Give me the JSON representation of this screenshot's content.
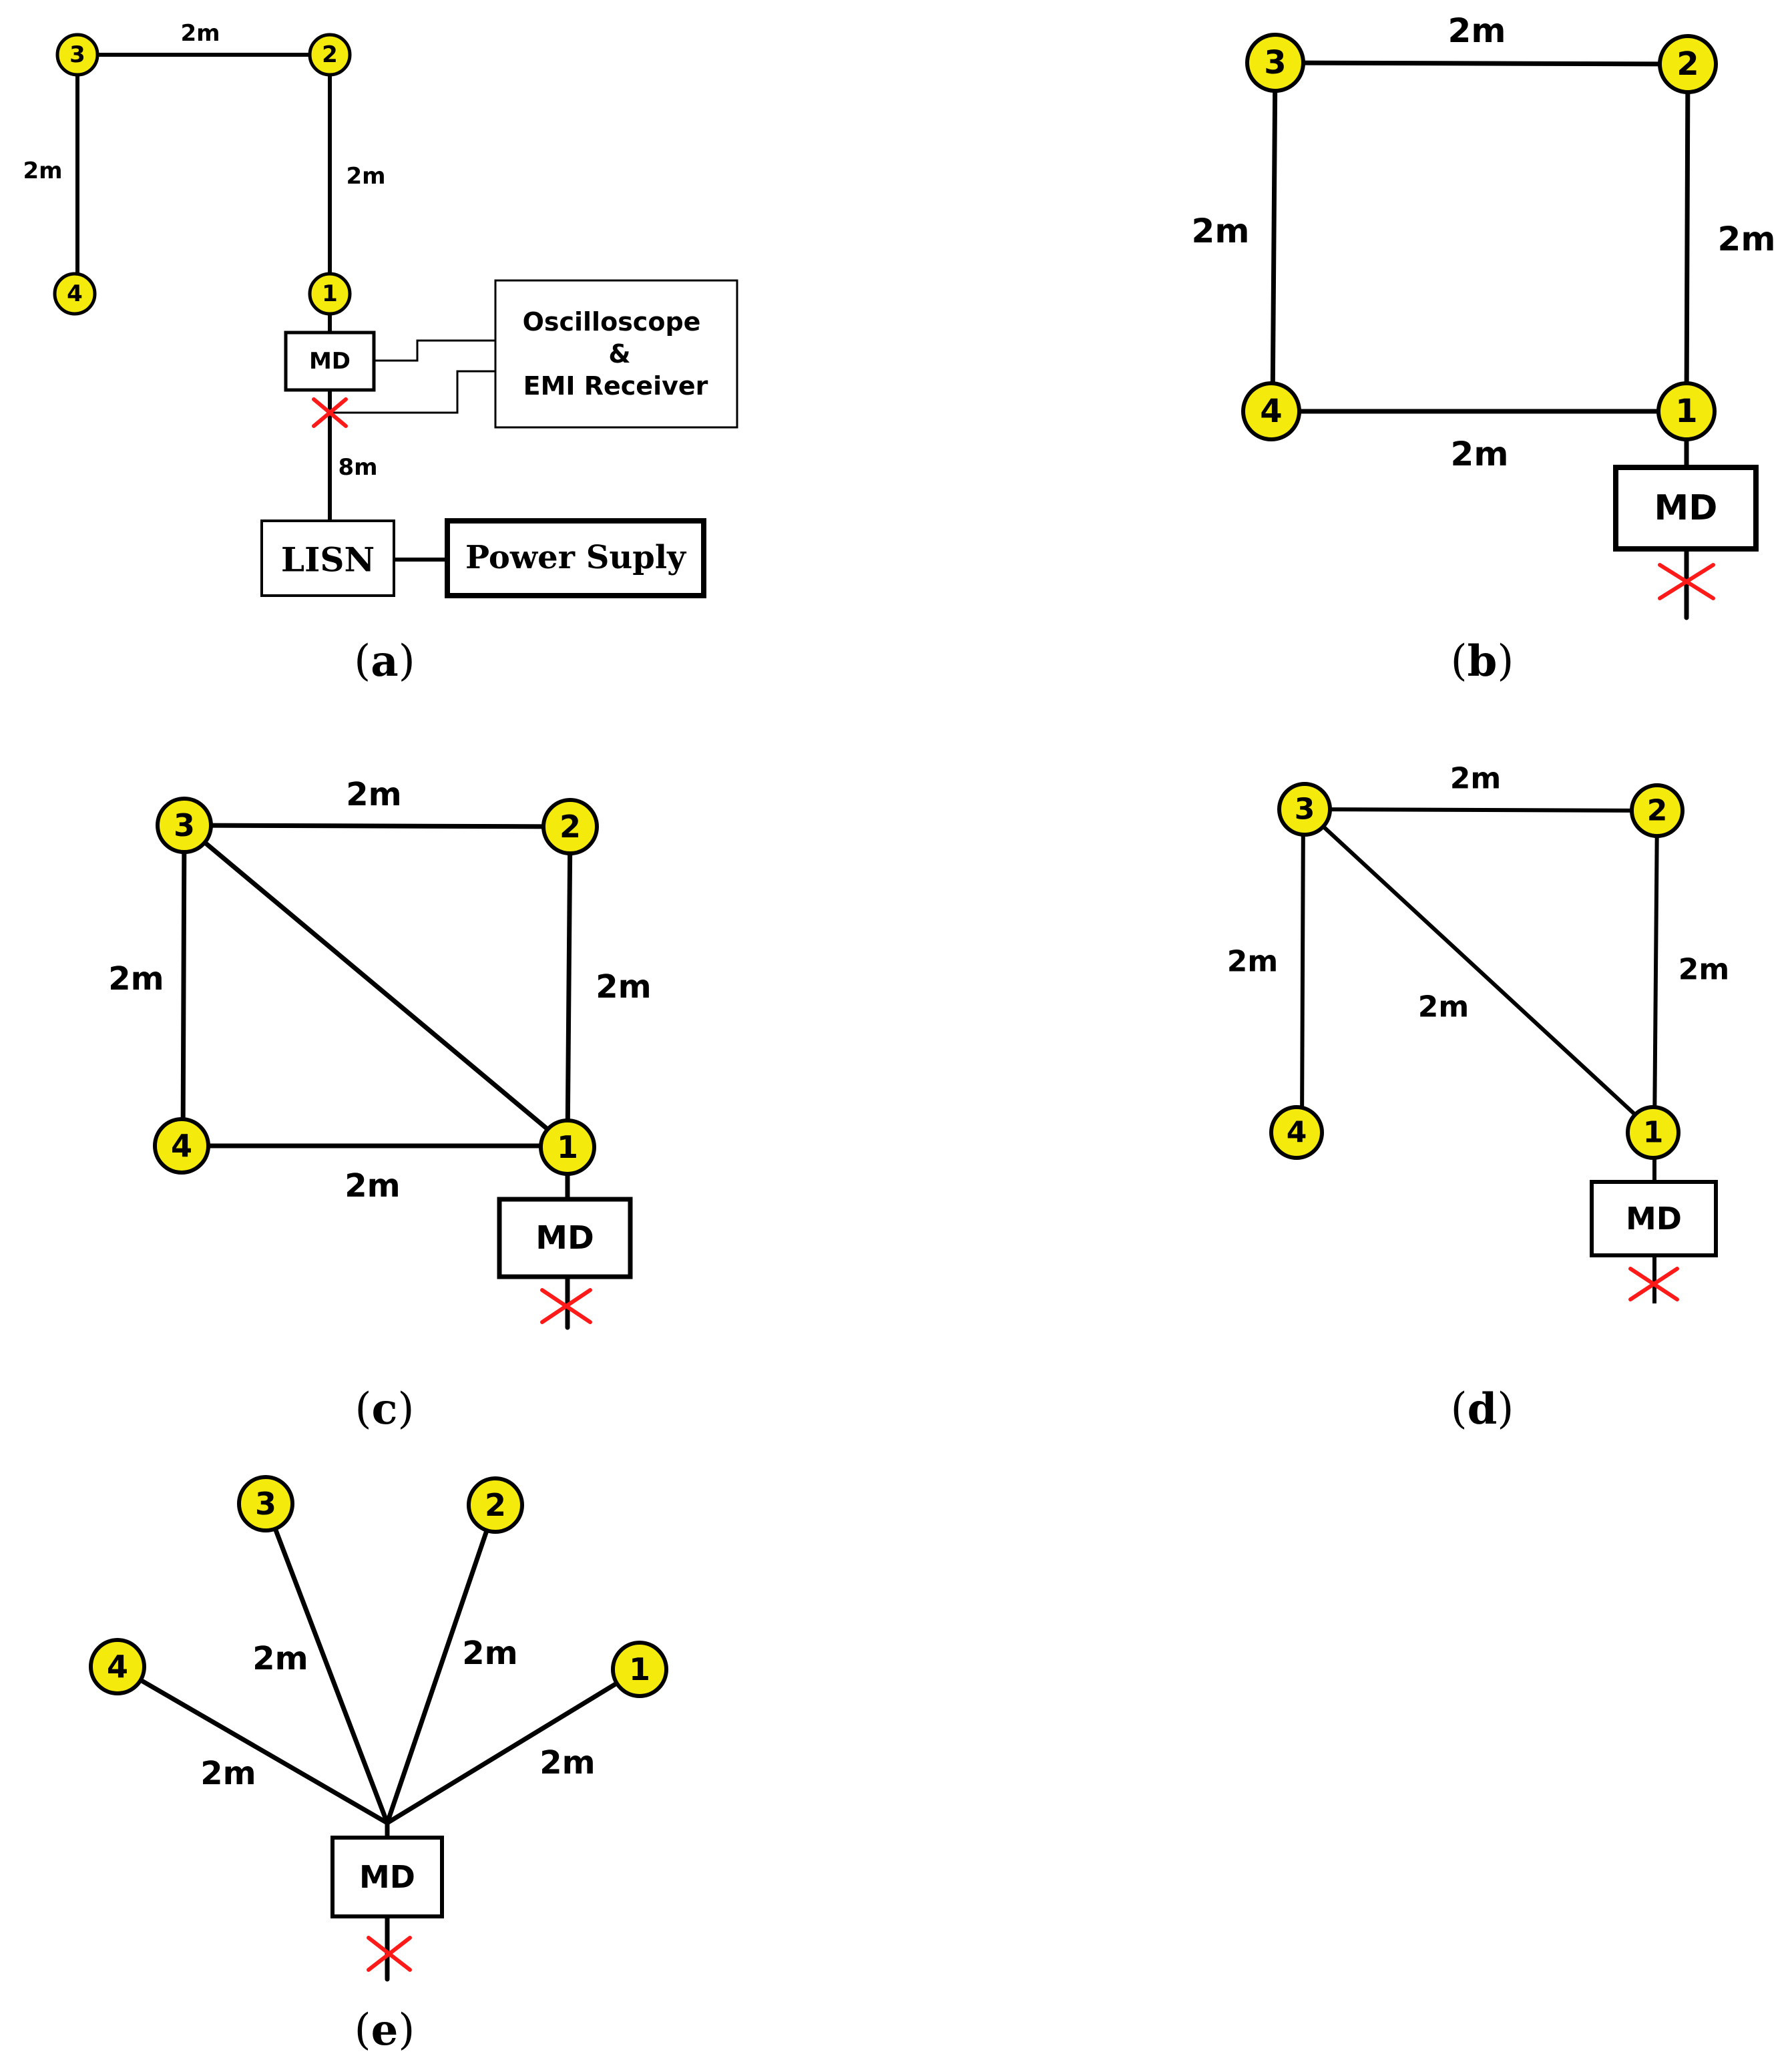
{
  "nodes": {
    "n1": "1",
    "n2": "2",
    "n3": "3",
    "n4": "4"
  },
  "segment_length": "2m",
  "lisn_cable_length": "8m",
  "device_label": "MD",
  "instrument_box": {
    "line1": "Oscilloscope",
    "line2": "&",
    "line3": "EMI Receiver"
  },
  "lisn_label": "LISN",
  "power_supply_label": "Power Suply",
  "panels": {
    "a": "a",
    "b": "b",
    "c": "c",
    "d": "d",
    "e": "e"
  },
  "colors": {
    "node_fill": "#f4ea0c",
    "measurement_point": "#ff1a1a",
    "wire": "#000000"
  },
  "icons": {
    "measurement_point": "red-x-marker"
  }
}
